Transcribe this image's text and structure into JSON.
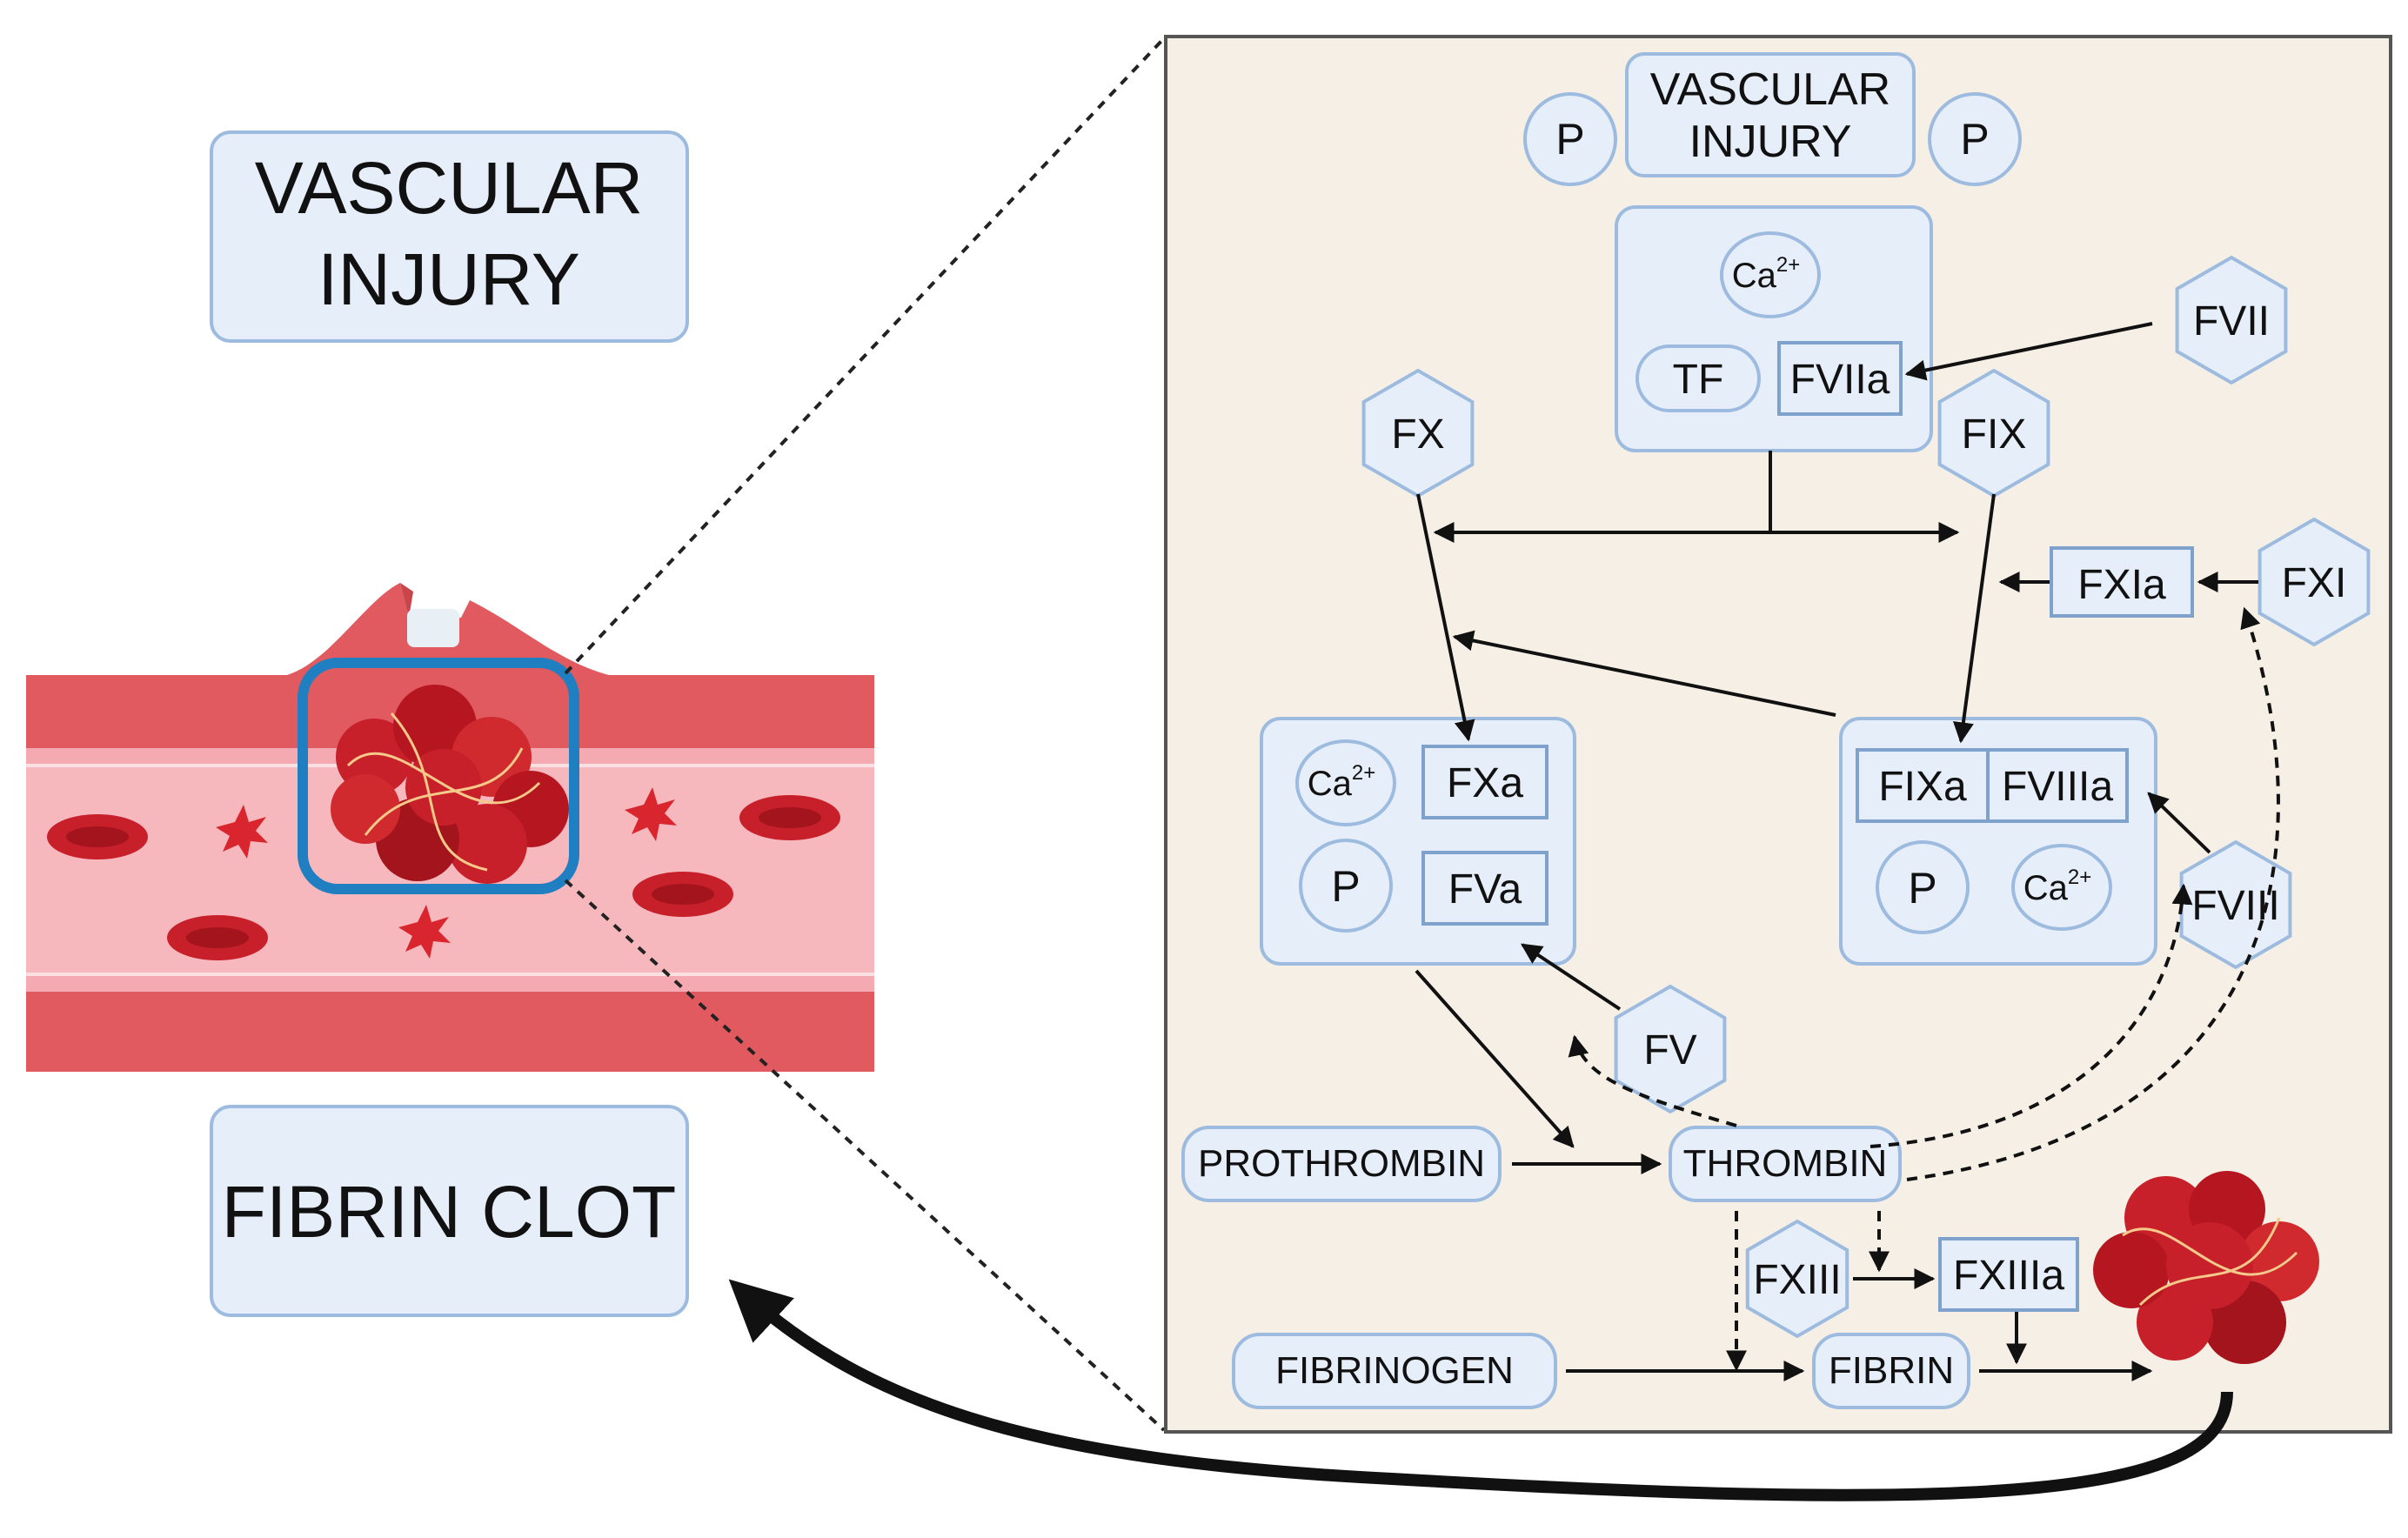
{
  "left": {
    "injury_line1": "VASCULAR",
    "injury_line2": "INJURY",
    "clot_label": "FIBRIN CLOT"
  },
  "panel": {
    "injury_line1": "VASCULAR",
    "injury_line2": "INJURY",
    "platelet": "P",
    "calcium": "Ca",
    "calcium_charge": "2+",
    "tf": "TF",
    "fviia": "FVIIa",
    "fvii": "FVII",
    "fx": "FX",
    "fix": "FIX",
    "fxia": "FXIa",
    "fxi": "FXI",
    "fxa": "FXa",
    "fva": "FVa",
    "fixa": "FIXa",
    "fviiia": "FVIIIa",
    "fviii": "FVIII",
    "fv": "FV",
    "prothrombin": "PROTHROMBIN",
    "thrombin": "THROMBIN",
    "fxiii": "FXIII",
    "fxiiia": "FXIIIa",
    "fibrinogen": "FIBRINOGEN",
    "fibrin": "FIBRIN"
  },
  "colors": {
    "panel_bg": "#f5efe6",
    "box_fill": "#e6eef9",
    "box_stroke": "#9dbbdf",
    "vessel_wall": "#e05a5f",
    "vessel_lumen": "#f4aab0",
    "rbc": "#c8202a",
    "clot_ring": "#1f7fc0"
  }
}
